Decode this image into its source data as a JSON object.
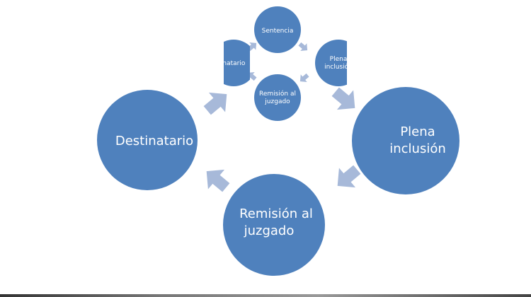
{
  "colors": {
    "node": "#4f81bd",
    "arrow": "#a7b9d9"
  },
  "main_cycle": {
    "nodes": [
      {
        "line1": "Destinatario",
        "line2": ""
      },
      {
        "line1": "Plena",
        "line2": "inclusión"
      },
      {
        "line1": "Remisión al",
        "line2": "juzgado"
      }
    ]
  },
  "mini_cycle": {
    "nodes": [
      {
        "line1": "Sentencia",
        "line2": ""
      },
      {
        "line1": "Plena",
        "line2": "inclusión"
      },
      {
        "line1": "Remisión al",
        "line2": "juzgado"
      },
      {
        "line1": "stinatario",
        "line2": ""
      }
    ]
  }
}
